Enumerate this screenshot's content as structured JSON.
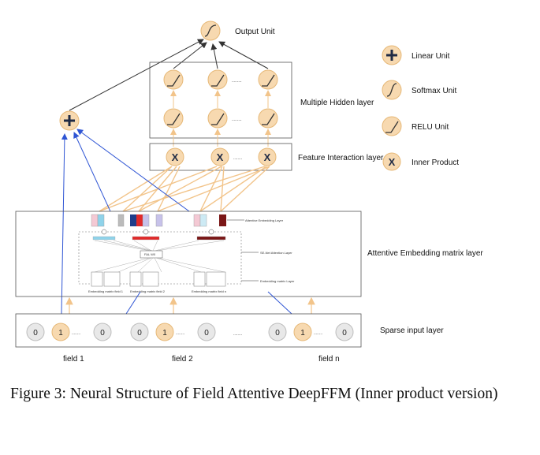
{
  "diagram": {
    "output_unit_label": "Output Unit",
    "hidden_layer_label": "Multiple Hidden layer",
    "feature_interaction_label": "Feature Interaction layer",
    "attentive_matrix_label": "Attentive Embedding matrix layer",
    "sparse_input_label": "Sparse input layer",
    "inner_labels": {
      "attentive_embedding": "Attentive Embedding Layer",
      "senet_attention": "SE-Net Attention Layer",
      "embedding_matrix": "Embedding matrix Layer",
      "fc_box": "FAL W0",
      "matrix_field_1": "Embedding matrix field 1",
      "matrix_field_2": "Embedding matrix field 2",
      "matrix_field_n": "Embedding matrix field n"
    },
    "legend": [
      {
        "icon": "plus-icon",
        "label": "Linear Unit"
      },
      {
        "icon": "sigmoid-icon",
        "label": "Softmax Unit"
      },
      {
        "icon": "relu-icon",
        "label": "RELU Unit"
      },
      {
        "icon": "x-icon",
        "label": "Inner Product"
      }
    ],
    "fields": [
      {
        "label": "field 1",
        "values": [
          "0",
          "1",
          "0"
        ],
        "dots": "........"
      },
      {
        "label": "field 2",
        "values": [
          "0",
          "1",
          "0"
        ],
        "dots": "........"
      },
      {
        "label": "field n",
        "values": [
          "0",
          "1",
          "0"
        ],
        "dots": "........"
      }
    ],
    "between_fields_dots": "........",
    "hidden_dots": ".........",
    "interaction_dots": "........",
    "interaction_symbol": "X",
    "colors": {
      "node_fill": "#f7d9b0",
      "node_stroke": "#e6b877",
      "blue_line": "#2f55d4",
      "orange_line": "#f2c48a",
      "dark_line": "#333333",
      "legend_dark": "#1f2a44"
    }
  },
  "caption": "Figure 3: Neural Structure of Field Attentive DeepFFM (Inner product version)"
}
